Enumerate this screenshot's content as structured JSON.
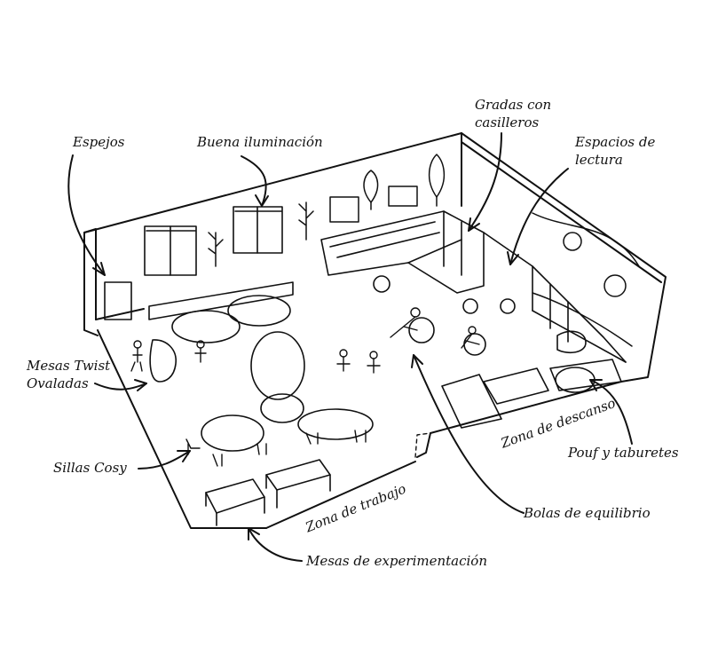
{
  "labels": {
    "espejos": "Espejos",
    "iluminacion": "Buena iluminación",
    "gradas_1": "Gradas con",
    "gradas_2": "casilleros",
    "espacios_1": "Espacios de",
    "espacios_2": "lectura",
    "mesas_twist_1": "Mesas Twist",
    "mesas_twist_2": "Ovaladas",
    "sillas": "Sillas Cosy",
    "zona_trabajo": "Zona de trabajo",
    "mesas_exp": "Mesas de experimentación",
    "bolas": "Bolas de equilibrio",
    "zona_descanso": "Zona de descanso",
    "pouf": "Pouf y taburetes"
  },
  "colors": {
    "ink": "#111111",
    "paper": "#ffffff"
  }
}
